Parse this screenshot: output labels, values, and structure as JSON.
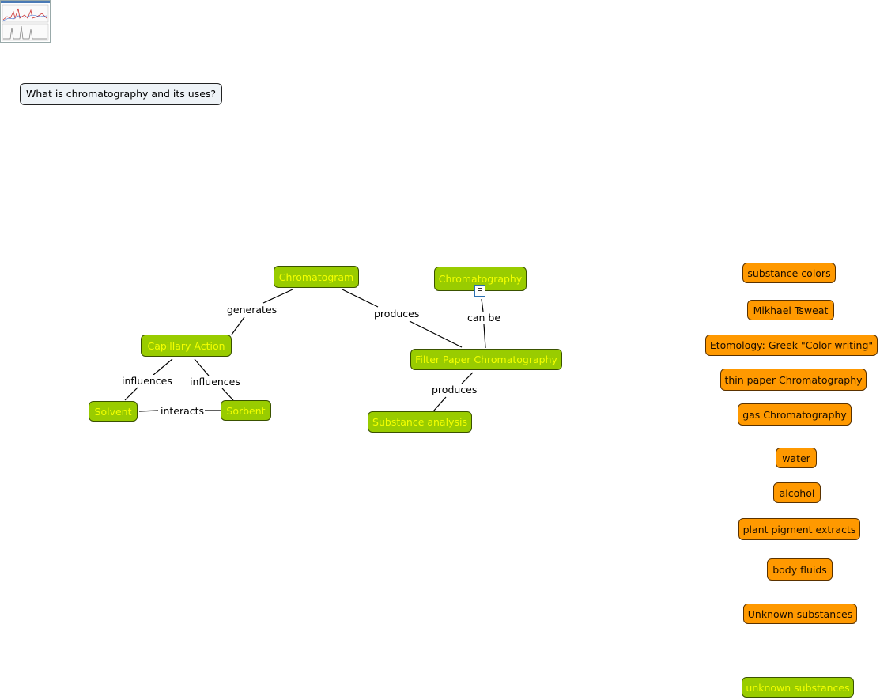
{
  "question": "What is chromatography and its uses?",
  "concepts": {
    "chromatogram": "Chromatogram",
    "chromatography": "Chromatography",
    "capillary_action": "Capillary Action",
    "filter_paper": "Filter Paper Chromatography",
    "solvent": "Solvent",
    "sorbent": "Sorbent",
    "substance_analysis": "Substance analysis",
    "unknown_substances_green": "unknown substances"
  },
  "links": {
    "generates": "generates",
    "produces_1": "produces",
    "can_be": "can be",
    "influences_1": "influences",
    "influences_2": "influences",
    "interacts": "interacts",
    "produces_2": "produces"
  },
  "parking_lot": [
    "substance colors",
    "Mikhael Tsweat",
    "Etomology: Greek \"Color writing\"",
    "thin paper Chromatography",
    "gas Chromatography",
    "water",
    "alcohol",
    "plant pigment extracts",
    "body fluids",
    "Unknown substances"
  ],
  "colors": {
    "concept_fill": "#99cc00",
    "concept_text": "#f4ff00",
    "parking_fill": "#ff9900",
    "question_fill": "#eef3f7"
  },
  "icons": {
    "thumbnail": "chart-thumbnail-icon",
    "resource": "document-resource-icon"
  }
}
